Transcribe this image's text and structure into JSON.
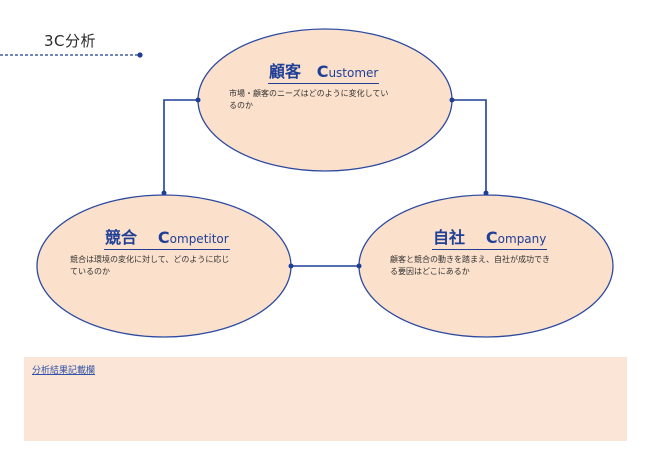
{
  "page": {
    "title": "3C分析"
  },
  "nodes": {
    "customer": {
      "title_jp": "顧客",
      "title_initial": "C",
      "title_rest": "ustomer",
      "desc_line1": "市場・顧客のニーズはどのように変化してい",
      "desc_line2": "るのか"
    },
    "competitor": {
      "title_jp": "競合",
      "title_initial": "C",
      "title_rest": "ompetitor",
      "desc_line1": "競合は環境の変化に対して、どのように応じ",
      "desc_line2": "ているのか"
    },
    "company": {
      "title_jp": "自社",
      "title_initial": "C",
      "title_rest": "ompany",
      "desc_line1": "顧客と競合の動きを踏まえ、自社が成功でき",
      "desc_line2": "る要因はどこにあるか"
    }
  },
  "result": {
    "label": "分析結果記載欄"
  },
  "colors": {
    "line": "#1f3f97",
    "ellipse_fill": "#fbe0cc",
    "ellipse_stroke": "#2c4aa0",
    "panel_fill": "#fbe5d6"
  }
}
